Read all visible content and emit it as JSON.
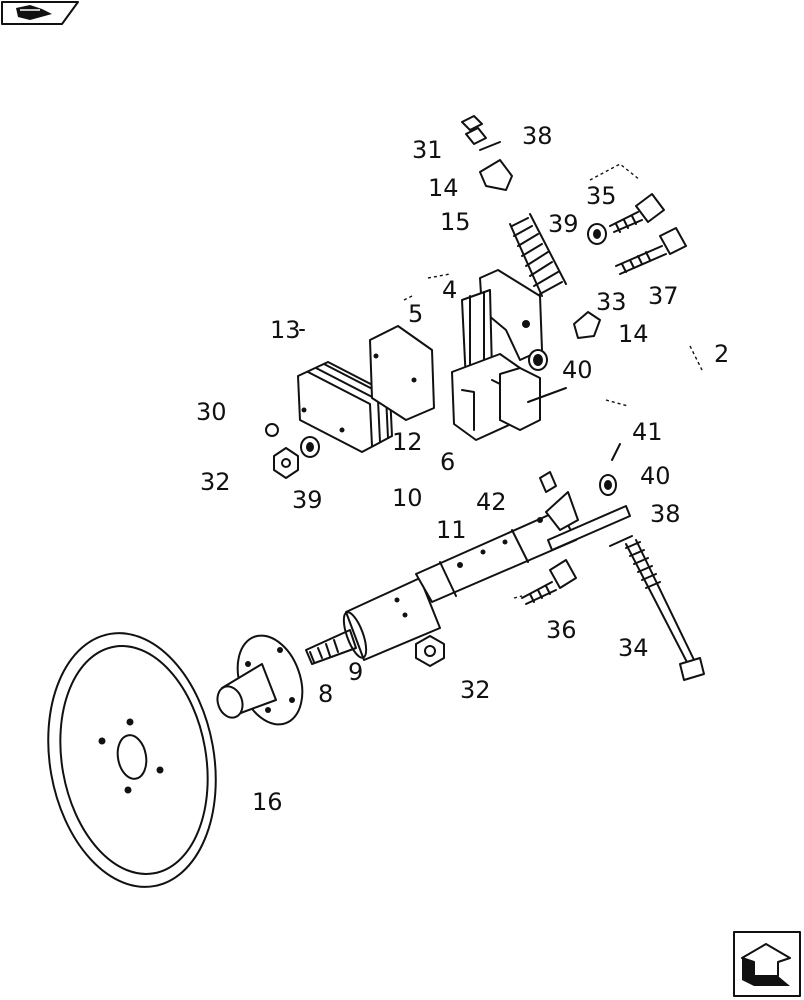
{
  "nav": {
    "top_tab_icon": "book-arrow-icon",
    "bottom_button_icon": "return-arrow-icon"
  },
  "labels": {
    "l2": "2",
    "l4": "4",
    "l5": "5",
    "l6": "6",
    "l8": "8",
    "l9": "9",
    "l10": "10",
    "l11": "11",
    "l12": "12",
    "l13": "13",
    "l14a": "14",
    "l14b": "14",
    "l15": "15",
    "l16": "16",
    "l30": "30",
    "l31": "31",
    "l32a": "32",
    "l32b": "32",
    "l33": "33",
    "l34": "34",
    "l35": "35",
    "l36": "36",
    "l37": "37",
    "l38a": "38",
    "l38b": "38",
    "l39a": "39",
    "l39b": "39",
    "l40a": "40",
    "l40b": "40",
    "l41": "41",
    "l42": "42"
  }
}
